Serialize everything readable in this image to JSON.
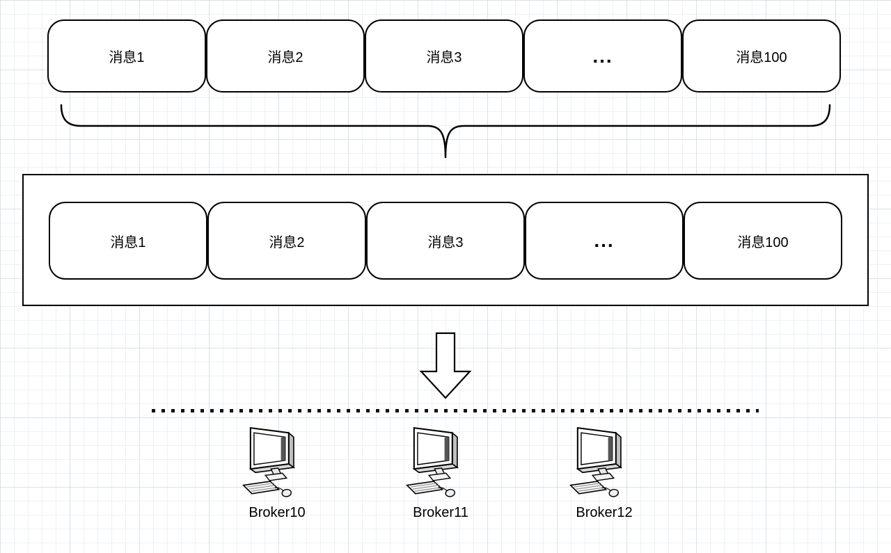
{
  "colors": {
    "stroke": "#000000",
    "shape_fill": "#ffffff",
    "grid_line": "#dbe3ea"
  },
  "top_row": {
    "items": [
      "消息1",
      "消息2",
      "消息3",
      "...",
      "消息100"
    ]
  },
  "partition_row": {
    "items": [
      "消息1",
      "消息2",
      "消息3",
      "...",
      "消息100"
    ]
  },
  "brokers": [
    {
      "label": "Broker10"
    },
    {
      "label": "Broker11"
    },
    {
      "label": "Broker12"
    }
  ]
}
